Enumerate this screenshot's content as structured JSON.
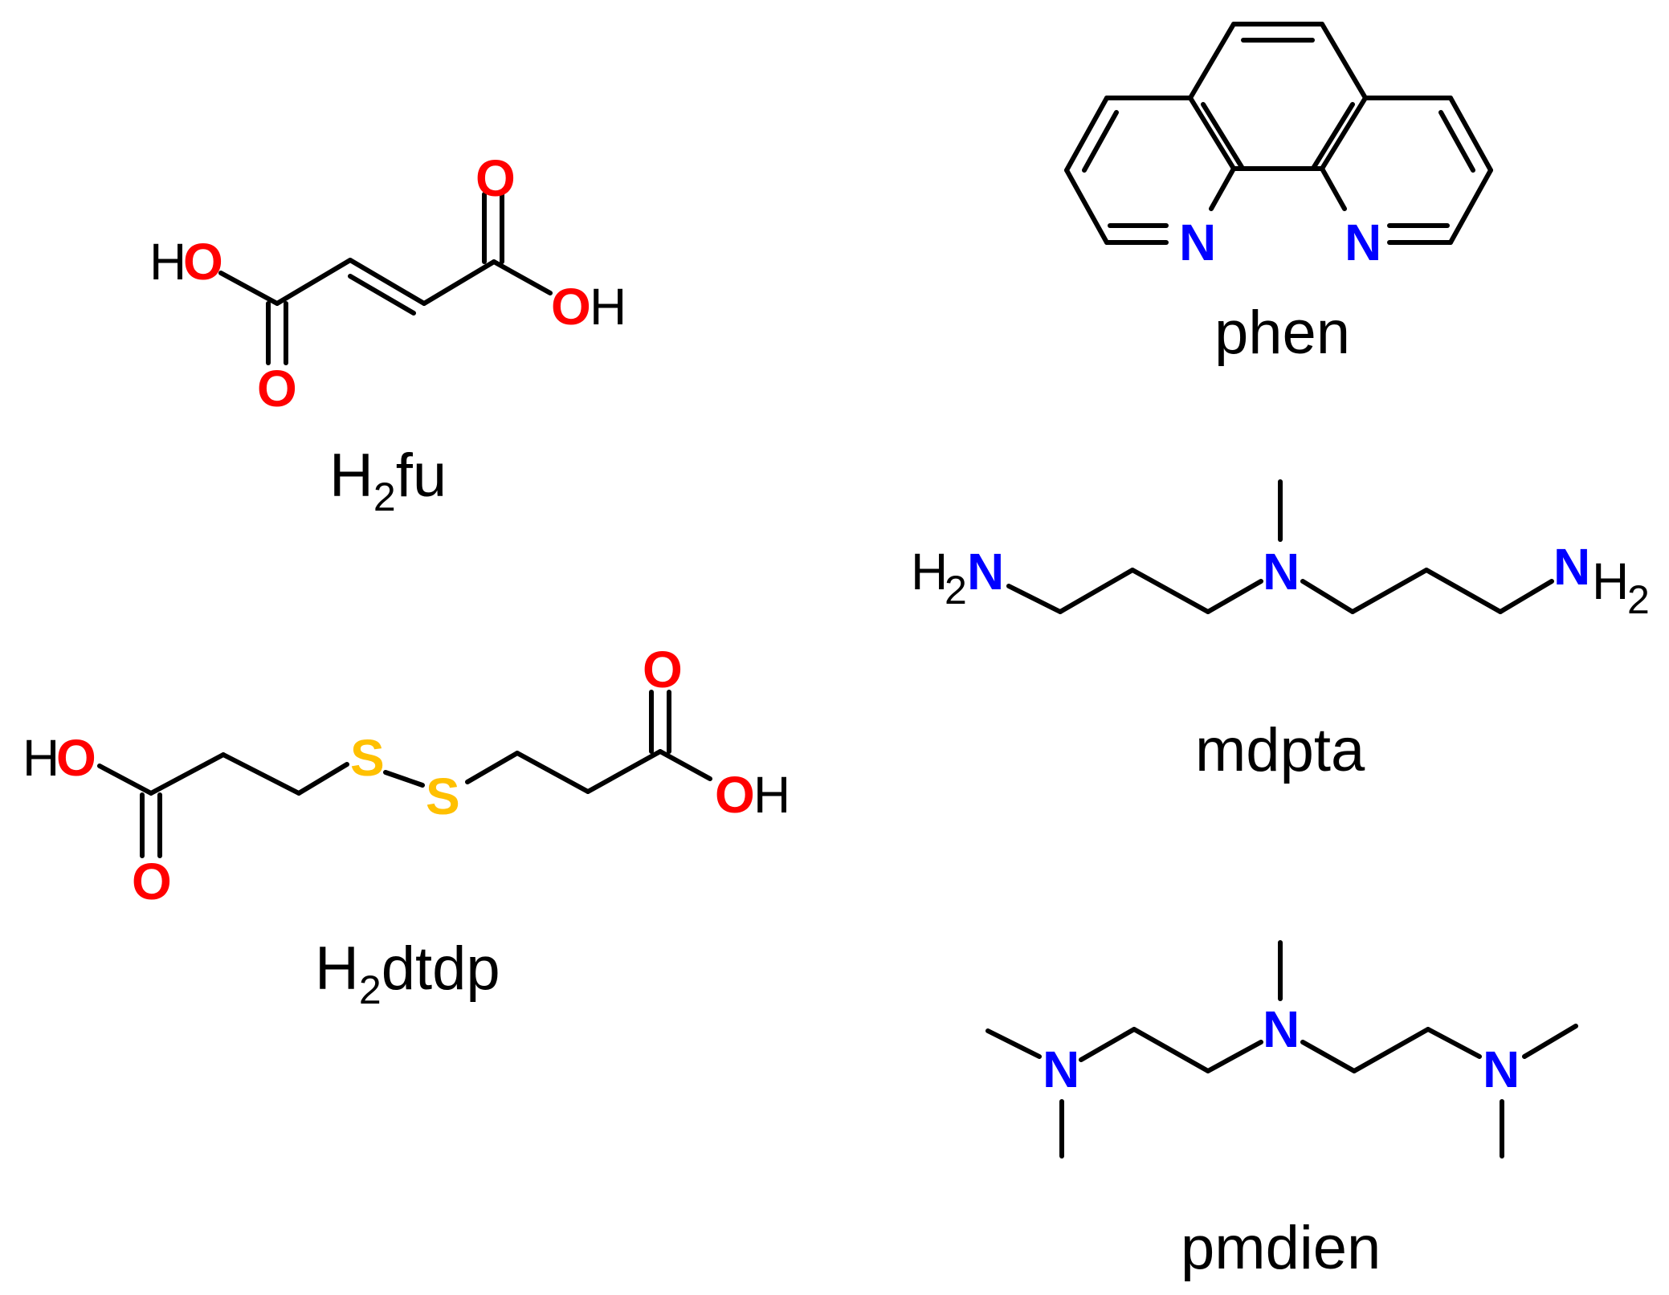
{
  "colors": {
    "bond": "#000000",
    "oxygen": "#ff0000",
    "nitrogen": "#0000ff",
    "sulfur": "#ffc000",
    "label": "#000000"
  },
  "atoms": {
    "O": "O",
    "N": "N",
    "S": "S",
    "H": "H"
  },
  "subscript": "2",
  "molecules": {
    "h2fu": {
      "name_prefix": "H",
      "name_suffix": "fu"
    },
    "phen": {
      "name": "phen"
    },
    "h2dtdp": {
      "name_prefix": "H",
      "name_suffix": "dtdp"
    },
    "mdpta": {
      "name": "mdpta"
    },
    "pmdien": {
      "name": "pmdien"
    }
  }
}
